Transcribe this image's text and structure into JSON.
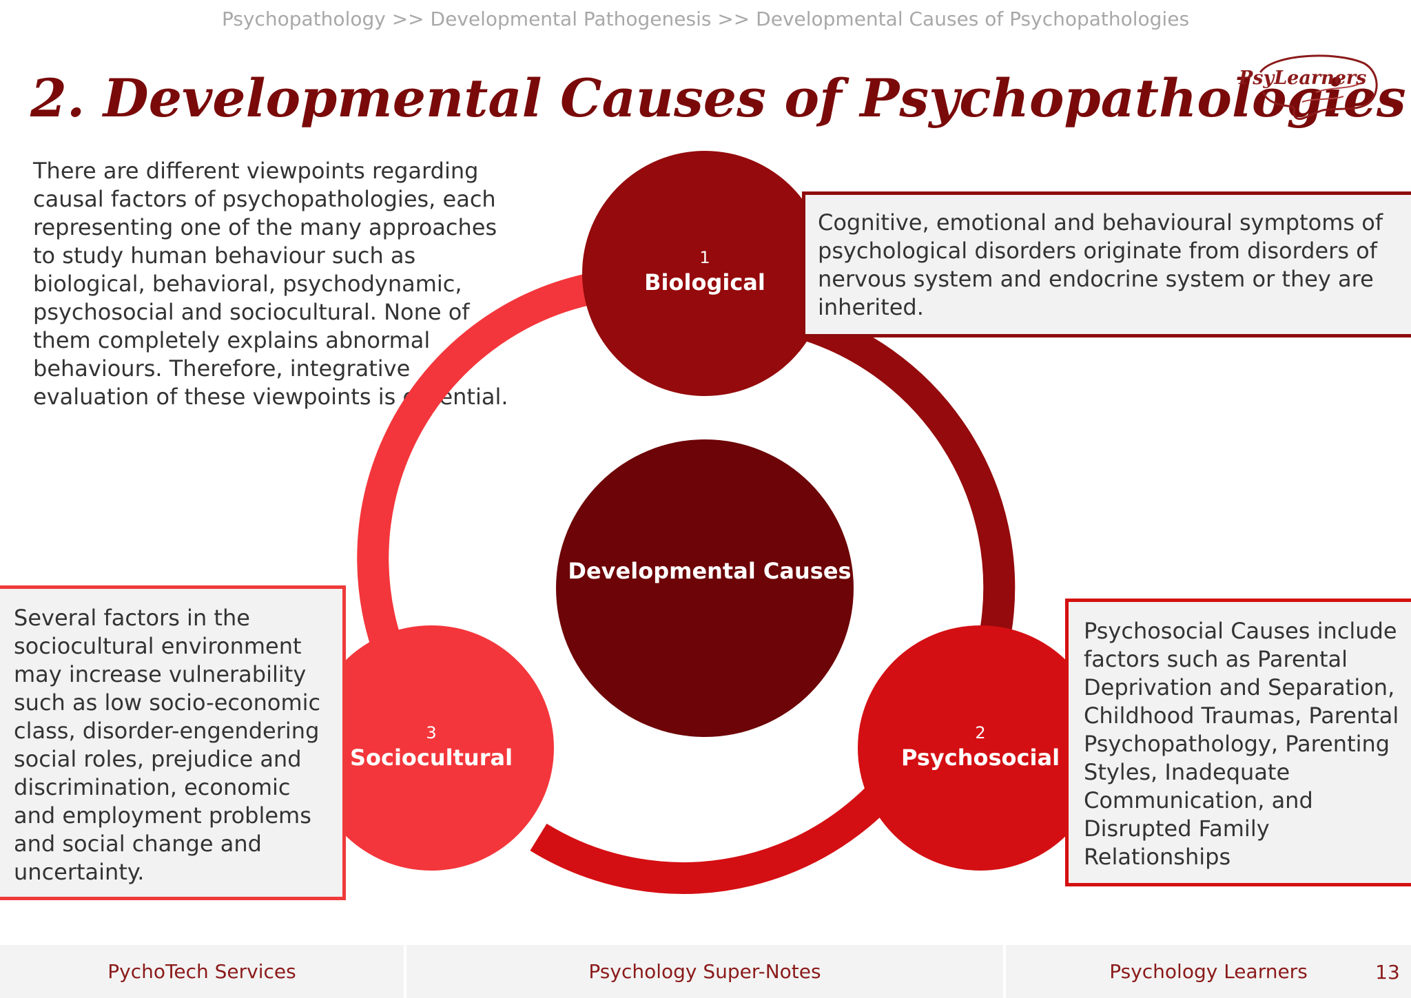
{
  "breadcrumb": "Psychopathology >> Developmental Pathogenesis >> Developmental Causes of Psychopathologies",
  "title": "2. Developmental Causes of Psychopathologies",
  "logo": {
    "text": "PsyLearners"
  },
  "intro": "There are different viewpoints regarding causal factors of psychopathologies, each representing one of the many approaches to study human behaviour such as biological, behavioral, psychodynamic, psychosocial and sociocultural. None of them completely explains abnormal behaviours. Therefore, integrative evaluation of these viewpoints is essential.",
  "diagram": {
    "center": "Developmental Causes",
    "nodes": [
      {
        "number": "1",
        "label": "Biological",
        "description": "Cognitive, emotional and behavioural symptoms of psychological disorders originate from disorders of nervous system and endocrine system or they are inherited."
      },
      {
        "number": "2",
        "label": "Psychosocial",
        "description": "Psychosocial Causes include factors such as Parental Deprivation and Separation, Childhood Traumas, Parental Psychopathology, Parenting Styles, Inadequate Communication, and Disrupted Family Relationships"
      },
      {
        "number": "3",
        "label": "Sociocultural",
        "description": "Several factors in the sociocultural environment may increase vulnerability such as low socio-economic class, disorder-engendering social roles, prejudice and discrimination, economic and employment problems and social change and uncertainty."
      }
    ]
  },
  "colors": {
    "title": "#7a0a0a",
    "biological": "#950a0c",
    "psychosocial": "#d40f13",
    "sociocultural": "#f3363b",
    "center": "#6d0407"
  },
  "footer": {
    "left": "PychoTech Services",
    "center": "Psychology Super-Notes",
    "right": "Psychology Learners",
    "page": "13"
  }
}
